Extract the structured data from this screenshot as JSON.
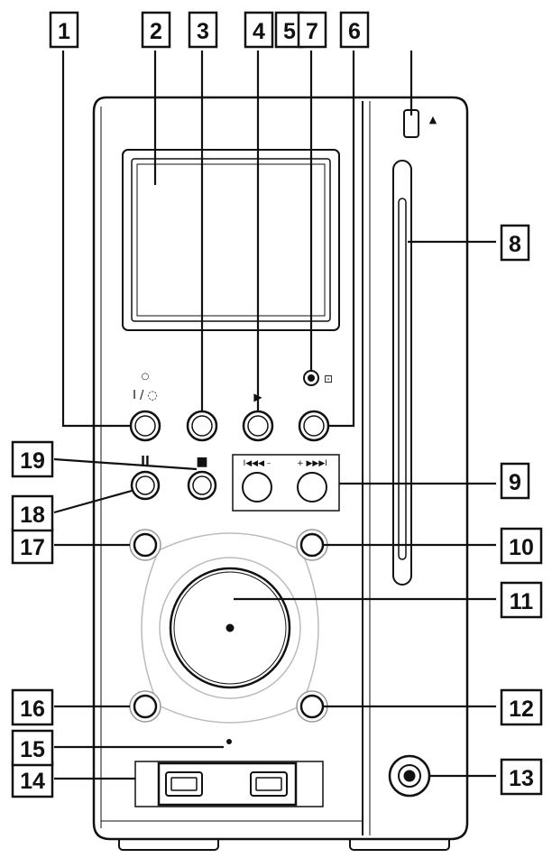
{
  "callouts": [
    {
      "label": "1"
    },
    {
      "label": "2"
    },
    {
      "label": "3"
    },
    {
      "label": "4"
    },
    {
      "label": "5"
    },
    {
      "label": "7"
    },
    {
      "label": "6"
    },
    {
      "label": "8"
    },
    {
      "label": "9"
    },
    {
      "label": "10"
    },
    {
      "label": "11"
    },
    {
      "label": "12"
    },
    {
      "label": "13"
    },
    {
      "label": "14"
    },
    {
      "label": "15"
    },
    {
      "label": "16"
    },
    {
      "label": "17"
    },
    {
      "label": "18"
    },
    {
      "label": "19"
    }
  ],
  "symbols": {
    "power": "I / ◌",
    "standby_dot": "○",
    "play": "▶",
    "pause": "II",
    "stop": "■",
    "prev": "I◀◀◀ –",
    "next": "+ ▶▶▶I",
    "eject": "▲",
    "mode": "⊡"
  }
}
